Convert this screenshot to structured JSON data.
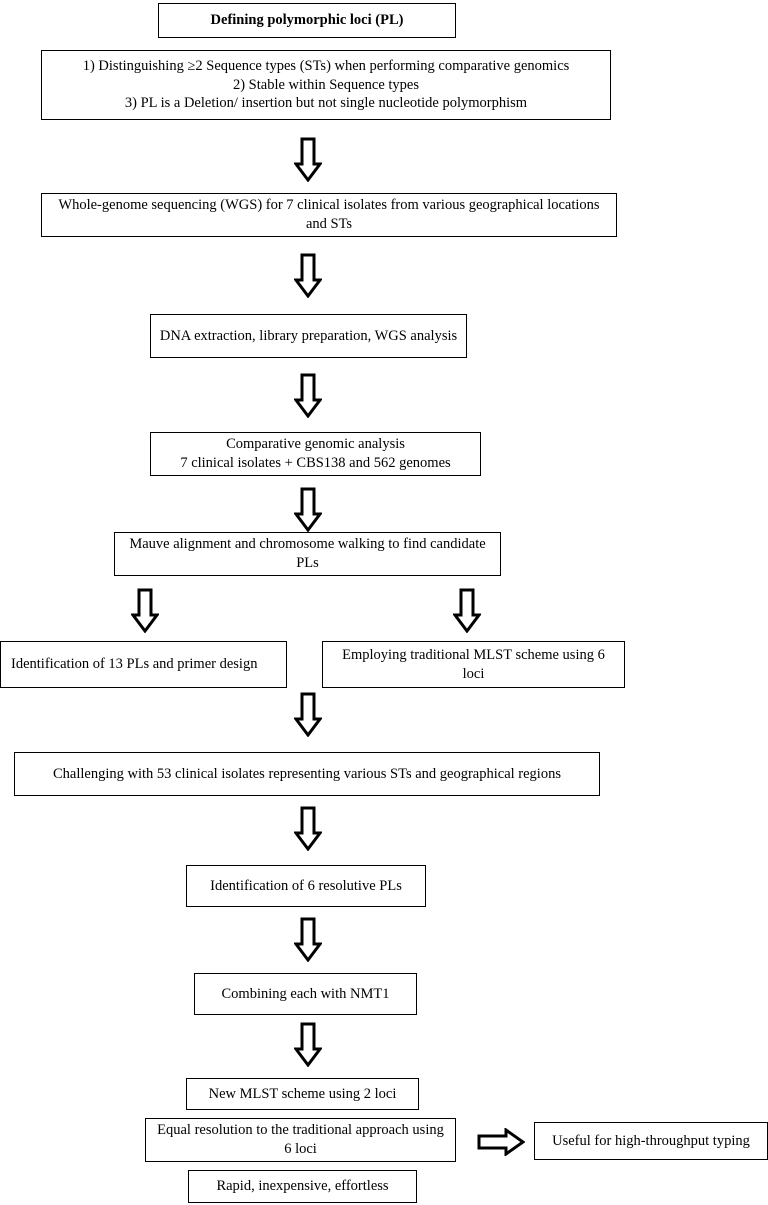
{
  "diagram": {
    "title": "Defining polymorphic loci (PL)",
    "nodes": [
      {
        "id": "title",
        "label": "Defining polymorphic loci (PL)"
      },
      {
        "id": "criteria",
        "label": "1) Distinguishing ≥2 Sequence types (STs) when performing comparative genomics\n2) Stable within Sequence types\n3) PL is a Deletion/ insertion but not single nucleotide polymorphism"
      },
      {
        "id": "wgs",
        "label": "Whole-genome sequencing (WGS) for 7 clinical isolates from various geographical locations and STs"
      },
      {
        "id": "dna",
        "label": "DNA extraction, library preparation, WGS analysis"
      },
      {
        "id": "comparative",
        "label": "Comparative genomic analysis\n7 clinical isolates + CBS138 and 562 genomes"
      },
      {
        "id": "mauve",
        "label": "Mauve alignment and chromosome walking to find candidate PLs"
      },
      {
        "id": "identification13",
        "label": "Identification of 13 PLs and primer design"
      },
      {
        "id": "mlst6",
        "label": "Employing traditional MLST scheme using 6 loci"
      },
      {
        "id": "challenging",
        "label": "Challenging with 53 clinical isolates representing various STs and geographical regions"
      },
      {
        "id": "identification6",
        "label": "Identification of 6 resolutive PLs"
      },
      {
        "id": "nmt1",
        "label": "Combining each with NMT1"
      },
      {
        "id": "newmlst",
        "label": "New MLST scheme using 2 loci"
      },
      {
        "id": "equal",
        "label": "Equal resolution to the traditional approach using 6 loci"
      },
      {
        "id": "rapid",
        "label": "Rapid, inexpensive, effortless"
      },
      {
        "id": "useful",
        "label": "Useful for high-throughput typing"
      }
    ],
    "arrows": [
      {
        "id": "arrow-criteria-to-wgs",
        "direction": "down"
      },
      {
        "id": "arrow-wgs-to-dna",
        "direction": "down"
      },
      {
        "id": "arrow-dna-to-comparative",
        "direction": "down"
      },
      {
        "id": "arrow-comparative-to-mauve",
        "direction": "down"
      },
      {
        "id": "arrow-mauve-to-identification13",
        "direction": "down"
      },
      {
        "id": "arrow-mauve-to-mlst6",
        "direction": "down"
      },
      {
        "id": "arrow-to-challenging",
        "direction": "down"
      },
      {
        "id": "arrow-challenging-to-identification6",
        "direction": "down"
      },
      {
        "id": "arrow-identification6-to-nmt1",
        "direction": "down"
      },
      {
        "id": "arrow-nmt1-to-newmlst",
        "direction": "down"
      },
      {
        "id": "arrow-equal-to-useful",
        "direction": "right"
      }
    ]
  }
}
